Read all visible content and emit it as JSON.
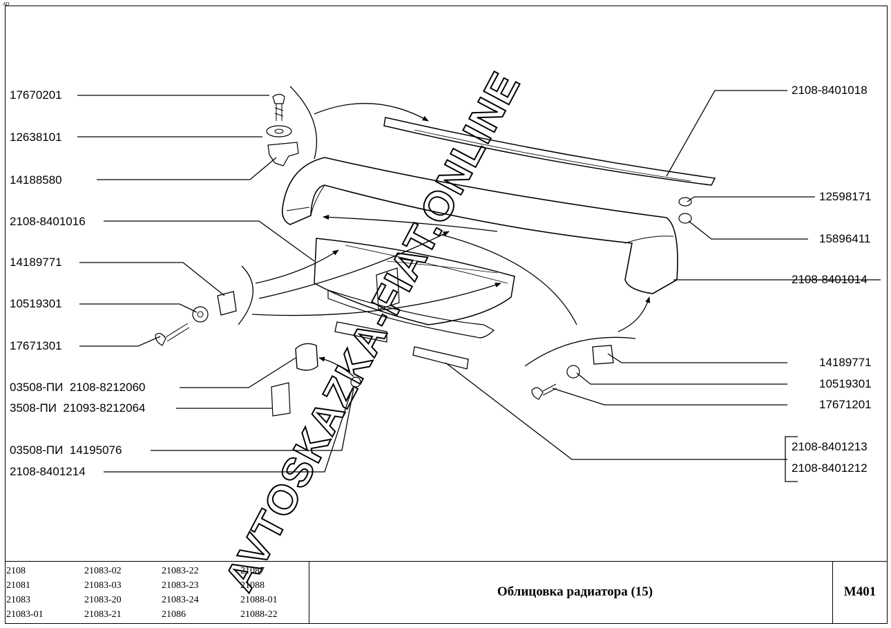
{
  "corner_mark": "AD",
  "watermark": "AVTOSKAZKA-FIAT.ONLINE",
  "labels_left": [
    "17670201",
    "12638101",
    "14188580",
    "2108-8401016",
    "14189771",
    "10519301",
    "17671301",
    "03508-ПИ  2108-8212060",
    "3508-ПИ  21093-8212064",
    "03508-ПИ  14195076",
    "2108-8401214"
  ],
  "labels_right": [
    "2108-8401018",
    "12598171",
    "15896411",
    "2108-8401014",
    "14189771",
    "10519301",
    "17671201",
    "2108-8401213",
    "2108-8401212"
  ],
  "title_block": {
    "models_col1": [
      "2108",
      "21081",
      "21083",
      "21083-01"
    ],
    "models_col2": [
      "21083-02",
      "21083-03",
      "21083-20",
      "21083-21"
    ],
    "models_col3": [
      "21083-22",
      "21083-23",
      "21083-24",
      "21086"
    ],
    "models_col4": [
      "21087",
      "21088",
      "21088-01",
      "21088-22"
    ],
    "caption": "Облицовка радиатора (15)",
    "sheet_code": "M401"
  }
}
